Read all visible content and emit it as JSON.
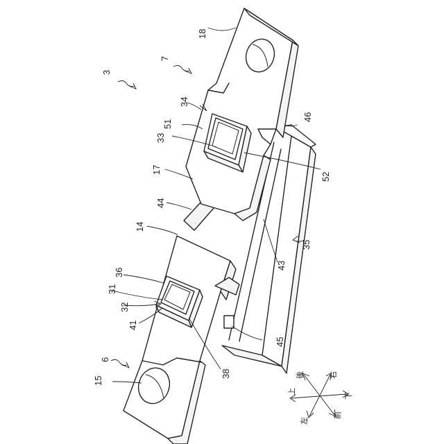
{
  "labels": {
    "n3": "3",
    "n7": "7",
    "n18": "18",
    "n34": "34",
    "n51": "51",
    "n46": "46",
    "n33": "33",
    "n52": "52",
    "n17": "17",
    "n44": "44",
    "n14": "14",
    "n35": "35",
    "n36": "36",
    "n43": "43",
    "n31": "31",
    "n32": "32",
    "n41": "41",
    "n6": "6",
    "n45": "45",
    "n38": "38",
    "n15": "15"
  },
  "directions": {
    "up": "上",
    "down": "下",
    "back": "後",
    "front": "前",
    "left": "左",
    "right": "右"
  }
}
